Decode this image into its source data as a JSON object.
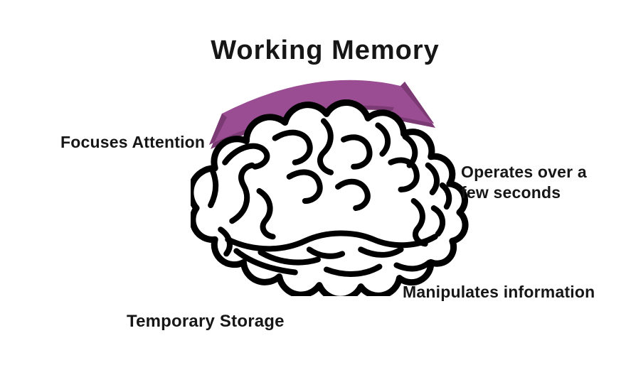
{
  "diagram": {
    "title": "Working Memory",
    "labels": {
      "focuses_attention": "Focuses Attention",
      "operates_over": "Operates over a few seconds",
      "manipulates_information": "Manipulates information",
      "temporary_storage": "Temporary Storage"
    },
    "illustrations": {
      "brain": "brain-lateral-view-line-art",
      "arrow": "curved-arrow-sweeping-left-to-right"
    },
    "colors": {
      "bg": "#ffffff",
      "ink": "#161616",
      "line": "#000000",
      "arrow": "#9b4d93",
      "arrow-dark": "#7c3a74"
    }
  }
}
